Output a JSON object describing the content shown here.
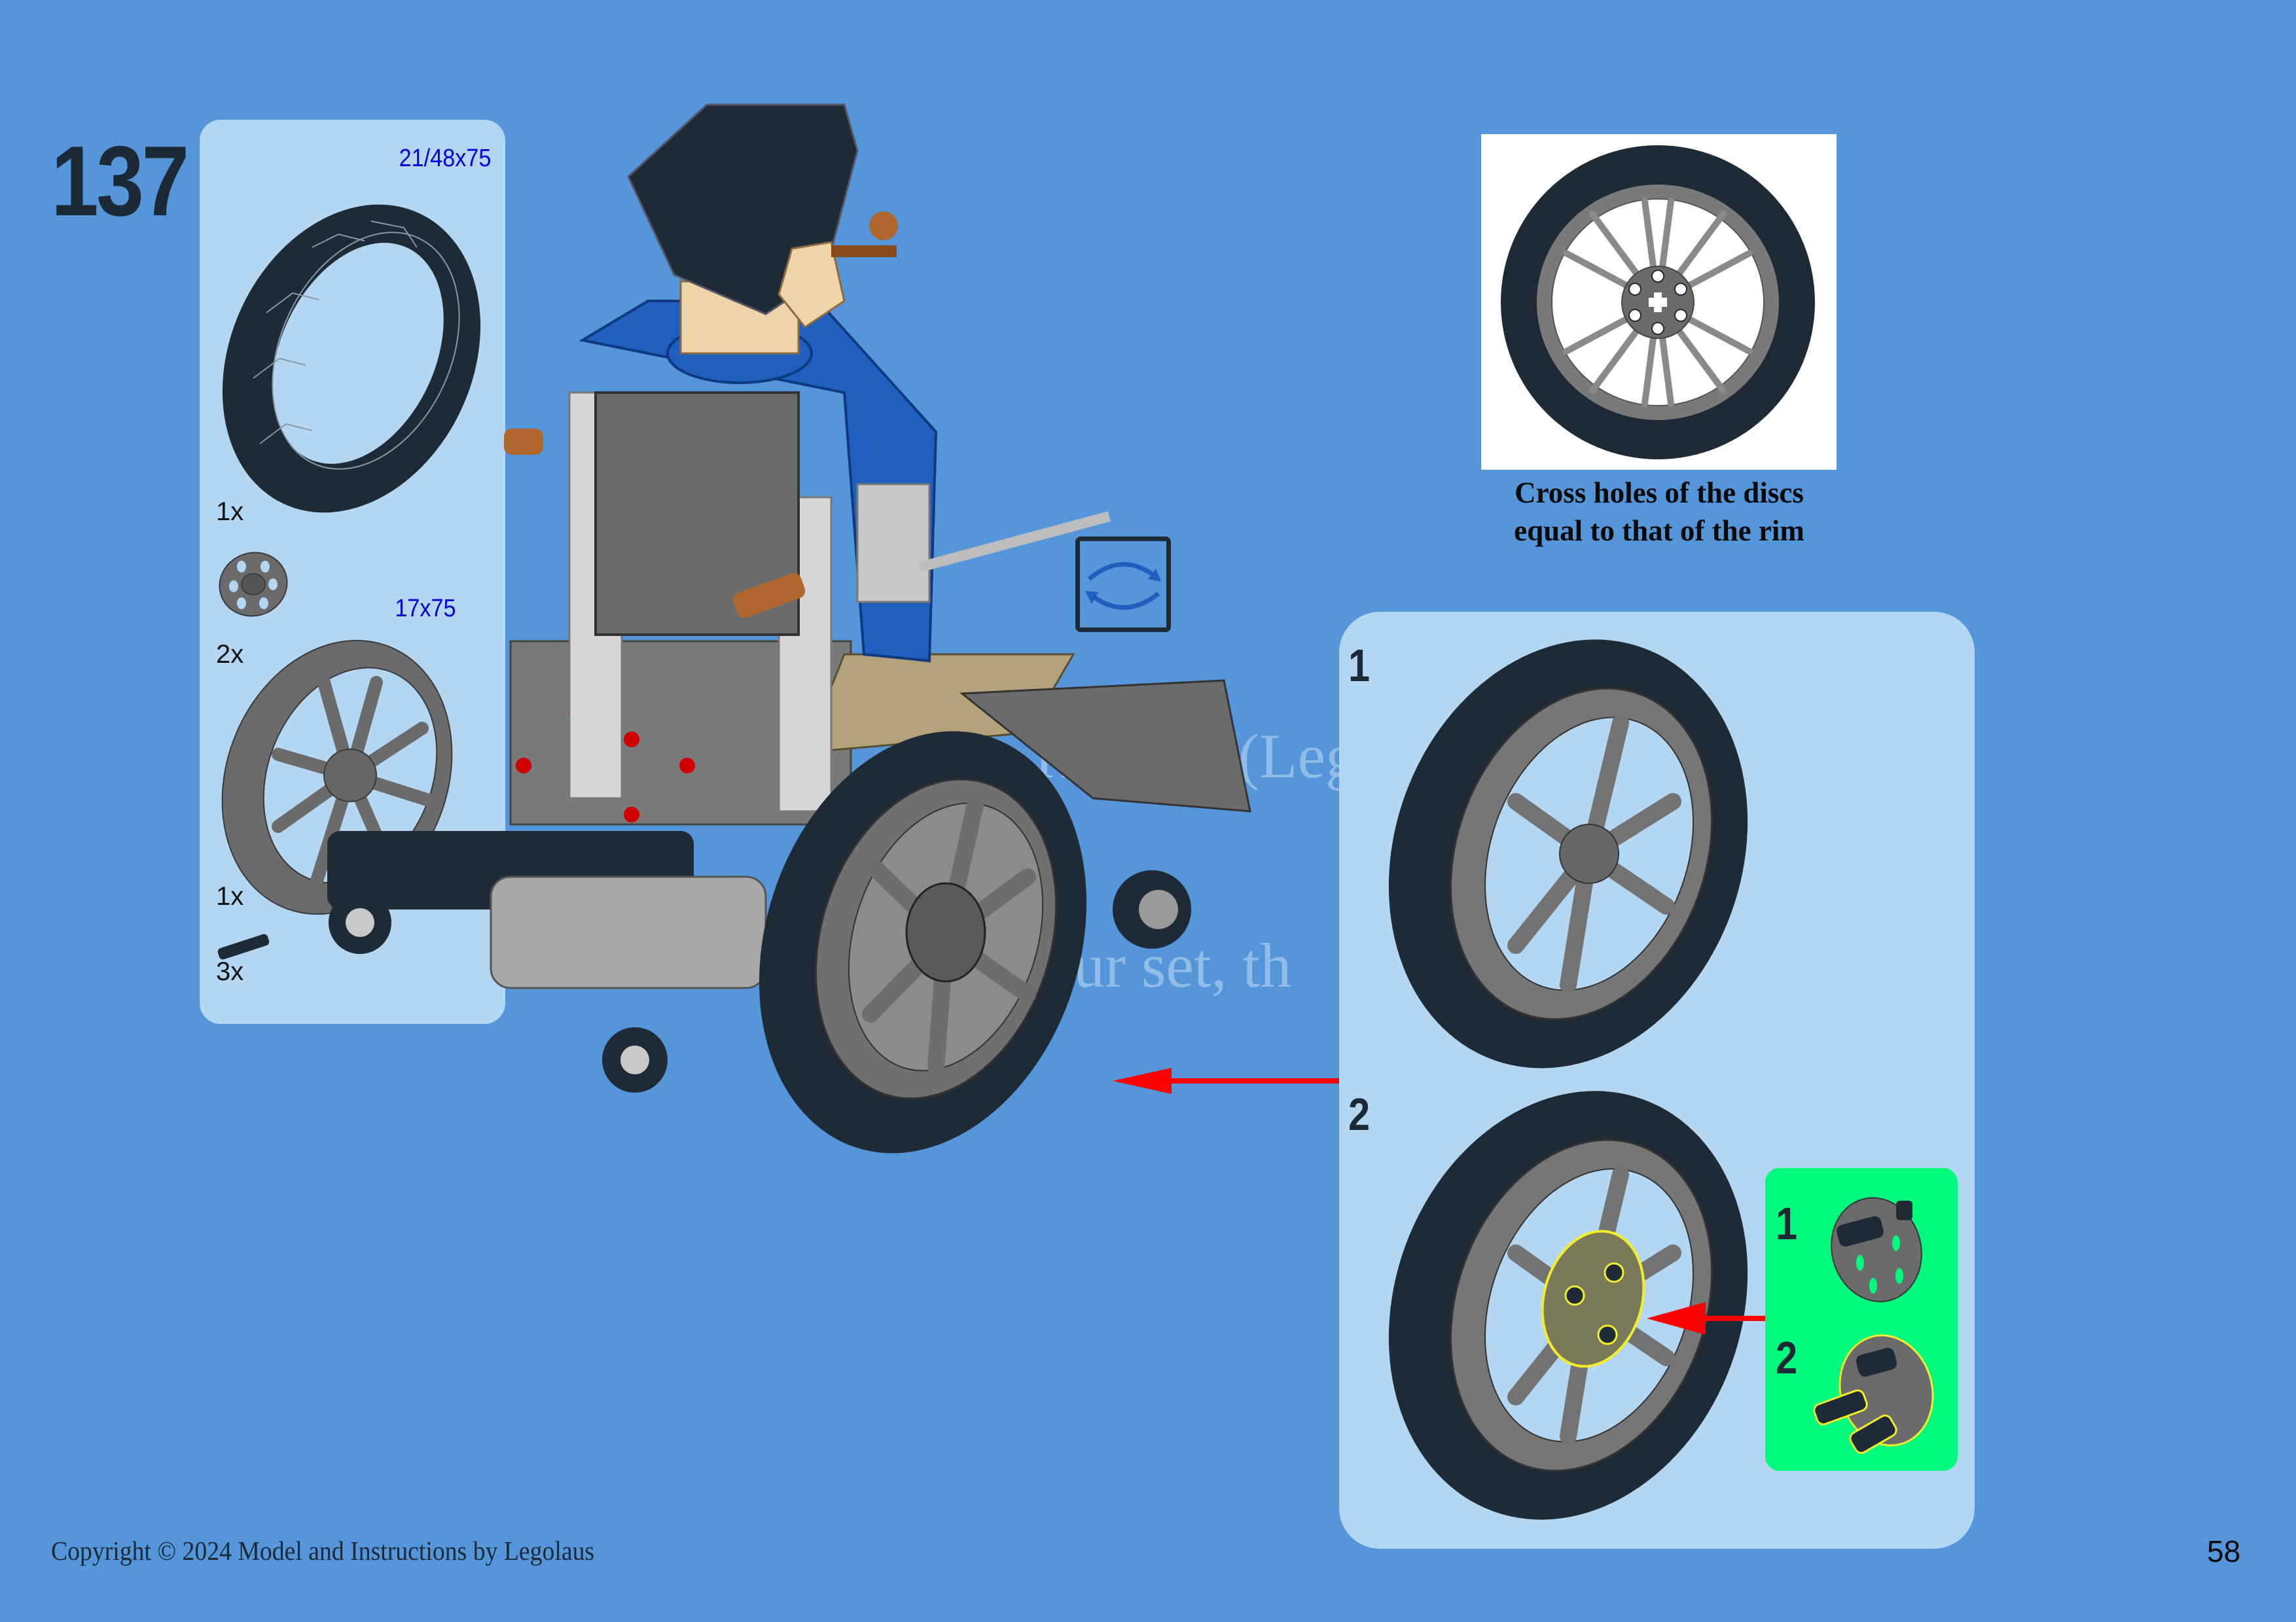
{
  "page": {
    "step_number": "137",
    "page_number": "58",
    "background_color": "#5595d9",
    "panel_color": "#b3d7f2",
    "inset_color": "#00fa7d",
    "arrow_color": "#ff0000"
  },
  "parts_list": {
    "items": [
      {
        "name": "tire",
        "dimension": "21/48x75",
        "quantity": "1x",
        "color": "#1e2a36"
      },
      {
        "name": "wedge-belt-wheel",
        "dimension": "",
        "quantity": "2x",
        "color": "#6b6b6b"
      },
      {
        "name": "rim",
        "dimension": "17x75",
        "quantity": "1x",
        "color": "#6b6b6b"
      },
      {
        "name": "pin-with-friction",
        "dimension": "",
        "quantity": "3x",
        "color": "#1e2a36"
      }
    ]
  },
  "reference": {
    "caption_line1": "Cross holes of the discs",
    "caption_line2": "equal to that of the rim"
  },
  "substeps": {
    "items": [
      {
        "number": "1"
      },
      {
        "number": "2"
      }
    ],
    "inset": {
      "items": [
        {
          "number": "1"
        },
        {
          "number": "2"
        }
      ]
    }
  },
  "watermark": {
    "line1": "Heinert (Lego",
    "line2": "ur set, th"
  },
  "icons": {
    "rotate": "rotate-model-icon"
  },
  "footer": {
    "copyright": "Copyright © 2024 Model and Instructions by Legolaus"
  }
}
